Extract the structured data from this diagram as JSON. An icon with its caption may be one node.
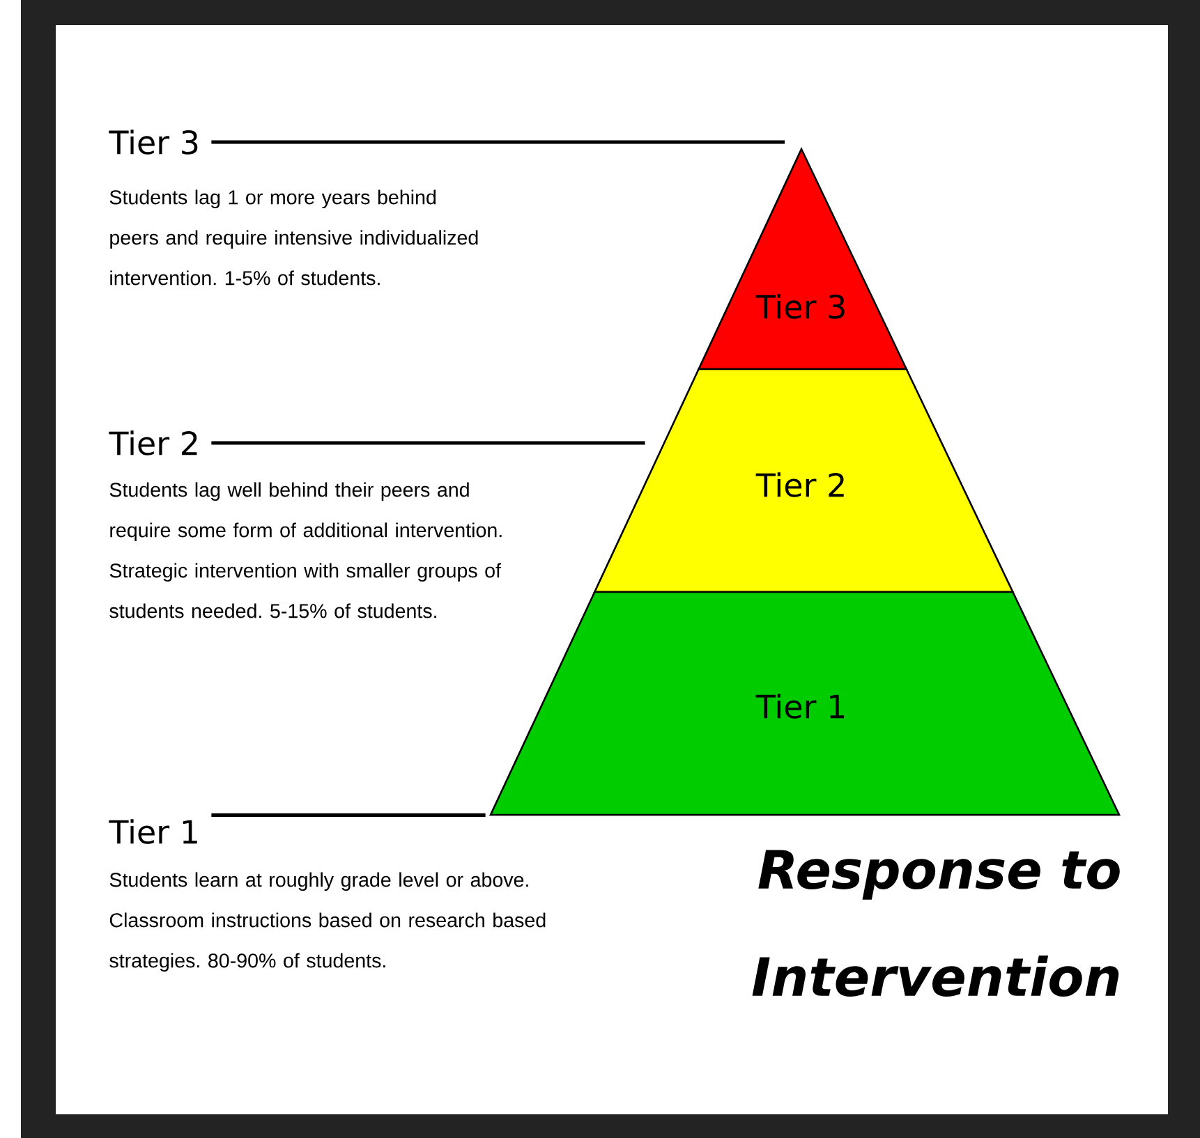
{
  "diagram": {
    "title": "Response to Intervention",
    "nodes": [
      {
        "text": [
          "Tier 3",
          "Students lag 1 or more years behind peers and require intensive individualized intervention. 1-5% of students."
        ]
      },
      {
        "text": [
          "Tier 3"
        ]
      },
      {
        "text": [
          "Tier 2",
          "Students lag well behind their peers and require some form of additional intervention. Strategic intervention with smaller groups of students needed. 5-15% of students."
        ]
      },
      {
        "text": [
          "Tier 2"
        ]
      },
      {
        "text": [
          "Tier 1",
          "Students learn at roughly grade level or above. Classroom instructions based on research based strategies. 80-90% of students."
        ]
      },
      {
        "text": [
          "Tier 1"
        ]
      }
    ],
    "edges": [
      {
        "from": 0,
        "to": 1,
        "arrow": "none"
      },
      {
        "from": 2,
        "to": 3,
        "arrow": "none"
      },
      {
        "from": 4,
        "to": 5,
        "arrow": "none"
      }
    ]
  }
}
